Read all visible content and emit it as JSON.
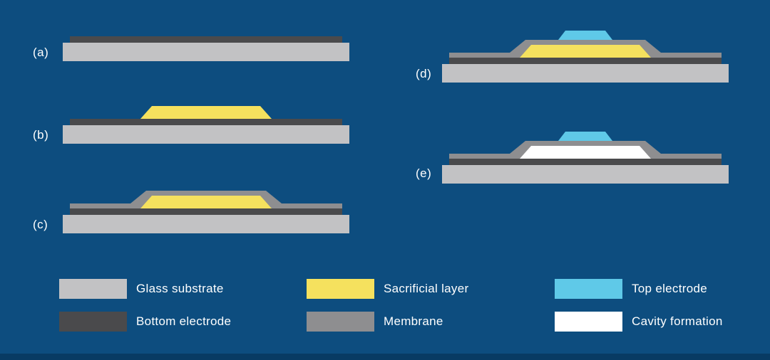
{
  "title": "Layered fabrication process diagram",
  "colors": {
    "background": "#0d4d7f",
    "bottom_bar": "#083b63",
    "text": "#ffffff",
    "glass_substrate": "#c2c2c4",
    "bottom_electrode": "#4a4a4c",
    "sacrificial_layer": "#f5e15e",
    "membrane": "#8e8e90",
    "top_electrode": "#5fc9e8",
    "cavity": "#ffffff"
  },
  "steps": [
    {
      "id": "a",
      "label": "(a)",
      "layers": [
        "glass_substrate",
        "bottom_electrode"
      ]
    },
    {
      "id": "b",
      "label": "(b)",
      "layers": [
        "glass_substrate",
        "bottom_electrode",
        "sacrificial_layer"
      ]
    },
    {
      "id": "c",
      "label": "(c)",
      "layers": [
        "glass_substrate",
        "bottom_electrode",
        "sacrificial_layer",
        "membrane"
      ]
    },
    {
      "id": "d",
      "label": "(d)",
      "layers": [
        "glass_substrate",
        "bottom_electrode",
        "sacrificial_layer",
        "membrane",
        "top_electrode"
      ]
    },
    {
      "id": "e",
      "label": "(e)",
      "layers": [
        "glass_substrate",
        "bottom_electrode",
        "cavity",
        "membrane",
        "top_electrode"
      ]
    }
  ],
  "legend": [
    {
      "label": "Glass substrate",
      "color_key": "glass_substrate"
    },
    {
      "label": "Sacrificial layer",
      "color_key": "sacrificial_layer"
    },
    {
      "label": "Top electrode",
      "color_key": "top_electrode"
    },
    {
      "label": "Bottom electrode",
      "color_key": "bottom_electrode"
    },
    {
      "label": "Membrane",
      "color_key": "membrane"
    },
    {
      "label": "Cavity formation",
      "color_key": "cavity"
    }
  ]
}
